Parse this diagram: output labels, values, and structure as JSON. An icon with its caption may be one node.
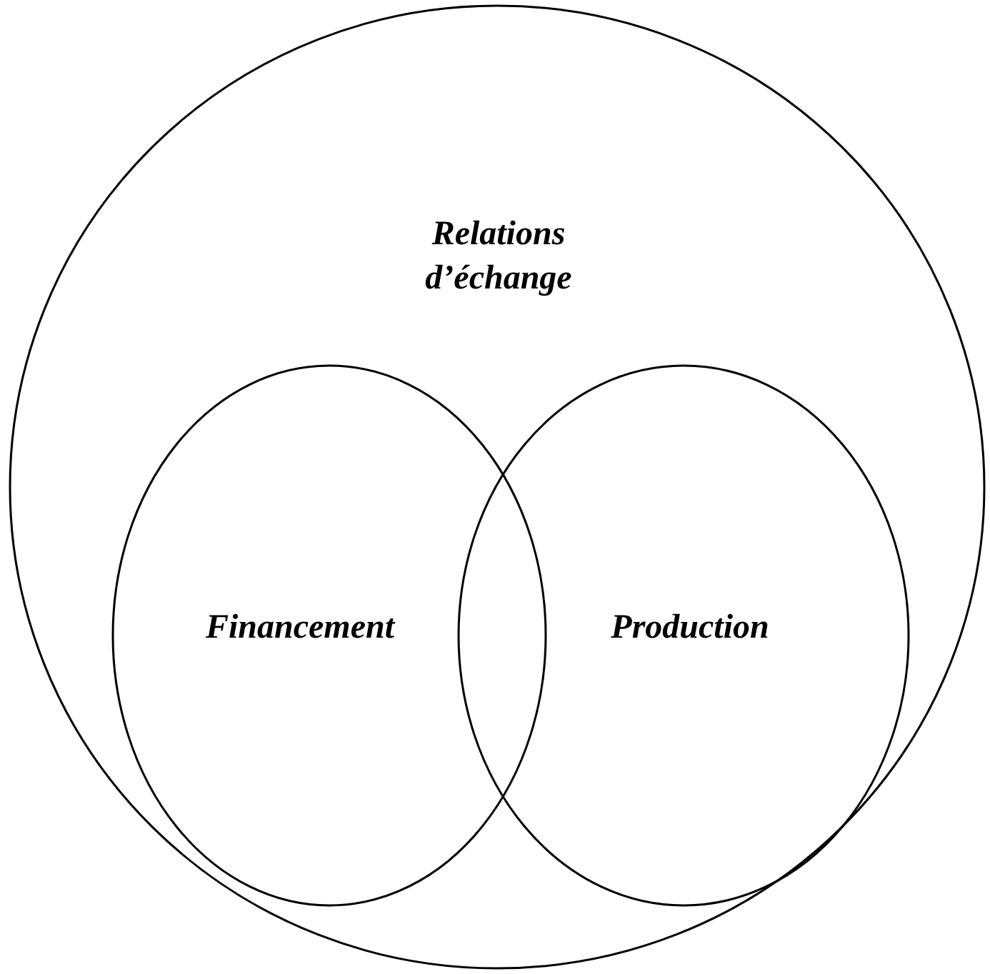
{
  "diagram": {
    "nodes": [
      {
        "text": [
          "Relations d’échange"
        ]
      },
      {
        "text": [
          "Financement"
        ],
        "in": 0
      },
      {
        "text": [
          "Production"
        ],
        "in": 0
      }
    ]
  }
}
